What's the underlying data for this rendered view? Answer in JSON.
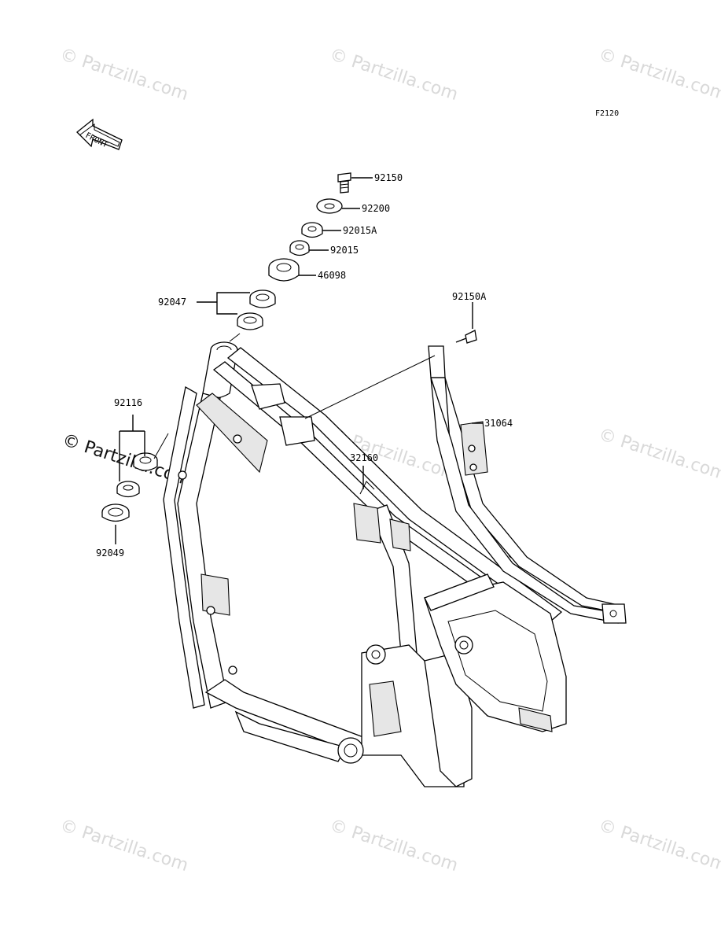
{
  "diagram": {
    "reference_code": "F2120",
    "front_arrow_text": "FRONT",
    "watermark_text": "© Partzilla.com",
    "part_labels": {
      "p92150": "92150",
      "p92200": "92200",
      "p92015A": "92015A",
      "p92015": "92015",
      "p46098": "46098",
      "p92047": "92047",
      "p92150A": "92150A",
      "p31064": "31064",
      "p32160": "32160",
      "p92116": "92116",
      "p92049": "92049"
    }
  }
}
